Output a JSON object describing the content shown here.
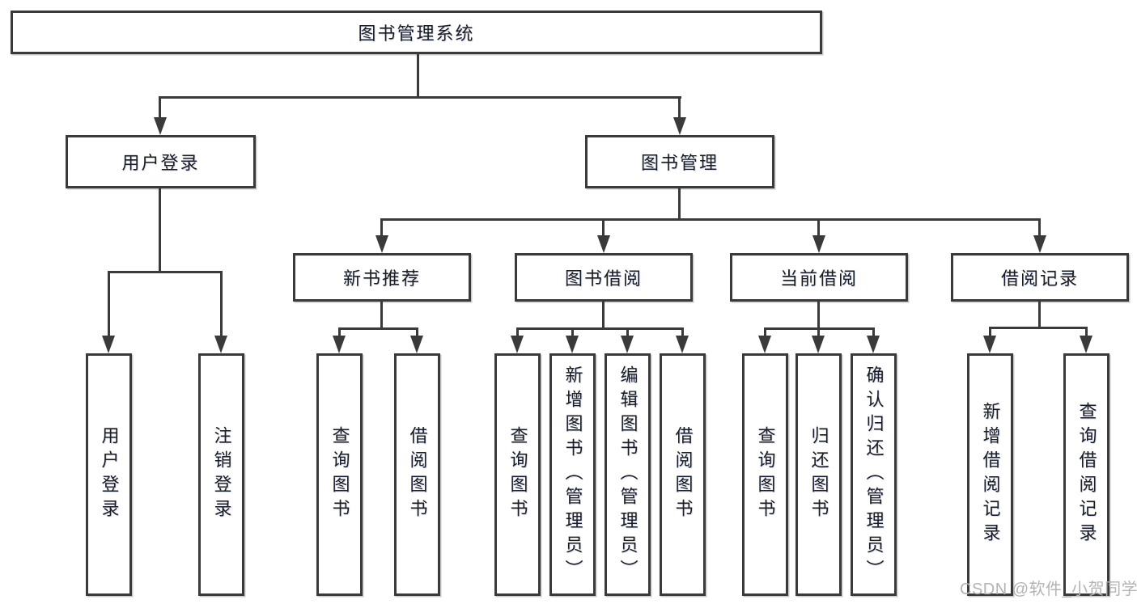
{
  "diagram": {
    "title_node": "图书管理系统",
    "root": {
      "label": "图书管理系统"
    },
    "level2": [
      {
        "label": "用户登录",
        "parent": "图书管理系统"
      },
      {
        "label": "图书管理",
        "parent": "图书管理系统"
      }
    ],
    "level3": [
      {
        "label": "新书推荐",
        "parent": "图书管理"
      },
      {
        "label": "图书借阅",
        "parent": "图书管理"
      },
      {
        "label": "当前借阅",
        "parent": "图书管理"
      },
      {
        "label": "借阅记录",
        "parent": "图书管理"
      }
    ],
    "leaves": [
      {
        "label": "用户登录",
        "parent": "用户登录"
      },
      {
        "label": "注销登录",
        "parent": "用户登录"
      },
      {
        "label": "查询图书",
        "parent": "新书推荐"
      },
      {
        "label": "借阅图书",
        "parent": "新书推荐"
      },
      {
        "label": "查询图书",
        "parent": "图书借阅"
      },
      {
        "label": "新增图书（管理员）",
        "parent": "图书借阅"
      },
      {
        "label": "编辑图书（管理员）",
        "parent": "图书借阅"
      },
      {
        "label": "借阅图书",
        "parent": "图书借阅"
      },
      {
        "label": "查询图书",
        "parent": "当前借阅"
      },
      {
        "label": "归还图书",
        "parent": "当前借阅"
      },
      {
        "label": "确认归还（管理员）",
        "parent": "当前借阅"
      },
      {
        "label": "新增借阅记录",
        "parent": "借阅记录"
      },
      {
        "label": "查询借阅记录",
        "parent": "借阅记录"
      }
    ]
  },
  "watermark": {
    "text": "CSDN @软件_小贺同学"
  },
  "colors": {
    "background": "#ffffff",
    "line": "#3a3a3a",
    "box_border": "#3a3a3a",
    "box_fill": "#ffffff",
    "text": "#1d1d1d",
    "watermark": "#b3b3b3"
  }
}
